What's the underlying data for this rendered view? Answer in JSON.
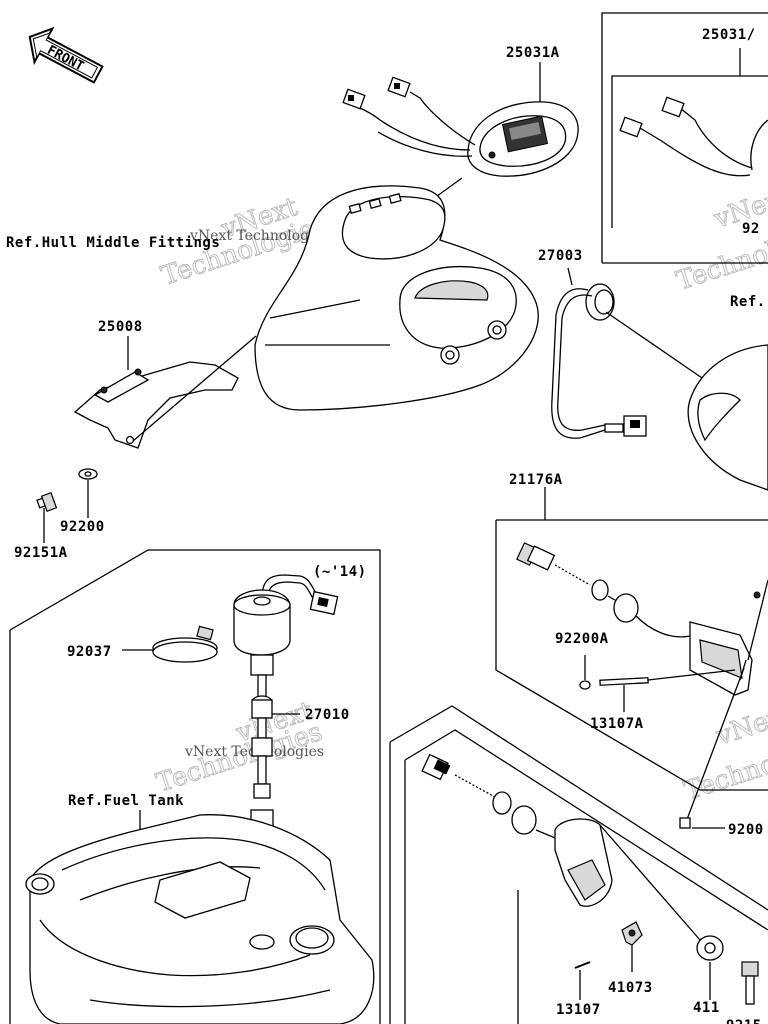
{
  "labels": {
    "front": "FRONT",
    "p25031A": "25031A",
    "p25031_top_right": "25031/",
    "ref_hull": "Ref.Hull Middle Fittings",
    "p27003": "27003",
    "ref_right": "Ref.",
    "p25008": "25008",
    "p92200": "92200",
    "p92151A": "92151A",
    "p21176A": "21176A",
    "p92200A": "92200A",
    "p13107A": "13107A",
    "version_note": "(~'14)",
    "p92037": "92037",
    "p27010": "27010",
    "ref_fuel": "Ref.Fuel Tank",
    "p9200_right": "9200",
    "p13107": "13107",
    "p41073": "41073",
    "p411": "411",
    "p9215_cut": "9215",
    "p92_cut": "92"
  },
  "watermark": {
    "line1": "vNext",
    "line2": "Technologies"
  }
}
